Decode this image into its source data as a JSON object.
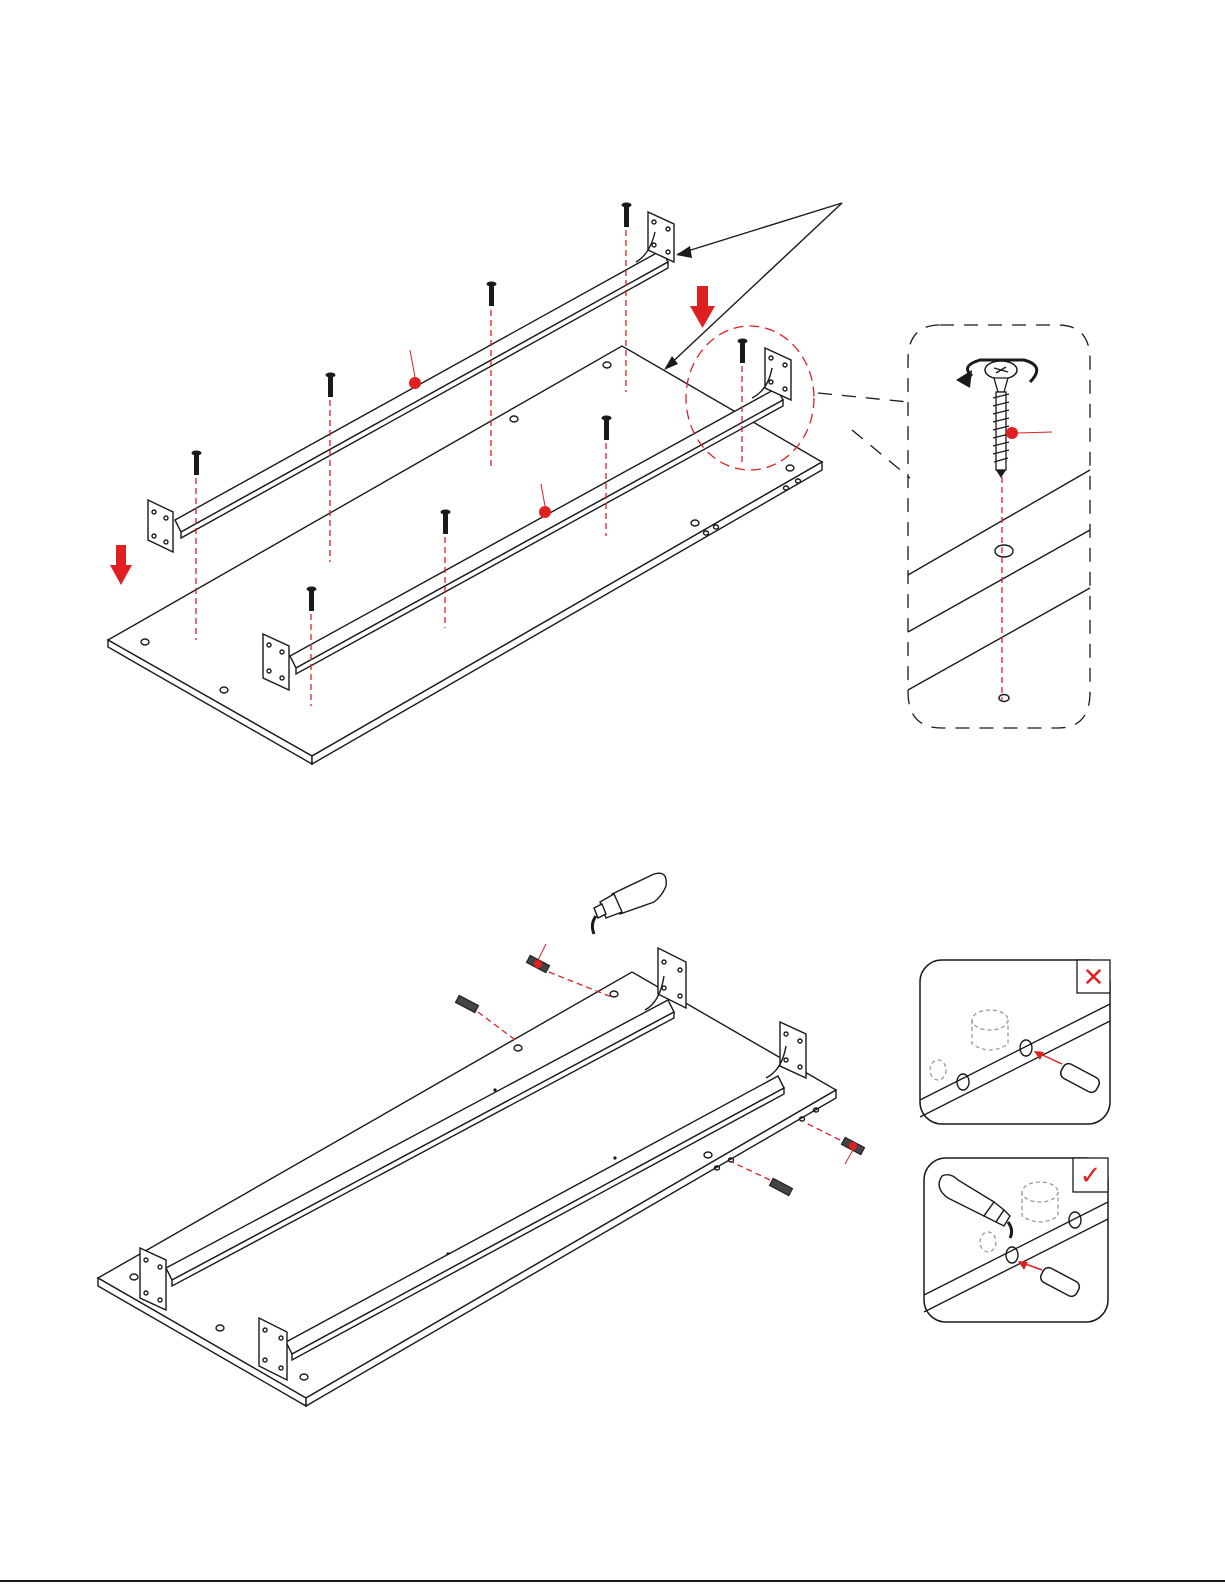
{
  "colors": {
    "accent": "#e02020",
    "line": "#1a1a1a",
    "paper": "#ffffff"
  },
  "steps": [
    {
      "panel": "top-panel-rails",
      "part_callouts": [
        "red-dot-rail-left",
        "red-dot-rail-right",
        "red-dot-screw-detail"
      ],
      "icons": [
        "down-arrow-icon",
        "rotate-arrow-icon",
        "screw-icon",
        "bracket-icon"
      ]
    },
    {
      "panel": "bottom-panel-dowels",
      "part_callouts": [
        "red-dot-dowel-top",
        "red-dot-dowel-right"
      ],
      "icons": [
        "glue-bottle-icon",
        "dowel-icon",
        "cross-icon",
        "check-icon"
      ],
      "detail_wrong_mark": "✕",
      "detail_right_mark": "✓"
    }
  ]
}
